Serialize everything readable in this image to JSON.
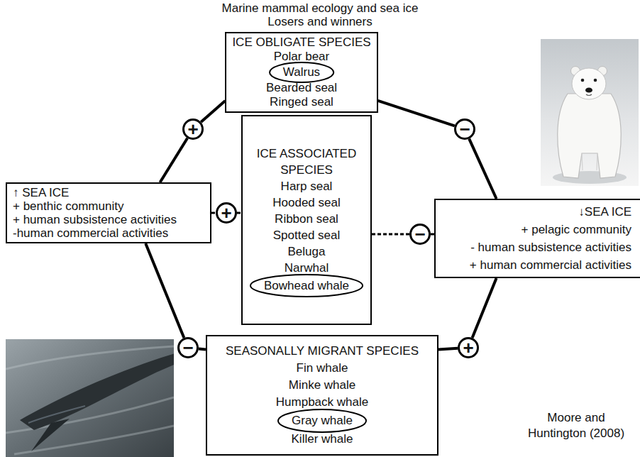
{
  "diagram": {
    "title": "Marine mammal ecology and sea ice",
    "nodes": [
      {
        "text": [
          "ICE OBLIGATE SPECIES",
          "Polar bear",
          "Bearded seal",
          "Ringed seal"
        ]
      },
      {
        "text": [
          "Walrus"
        ],
        "in": 0
      },
      {
        "text": [
          "+"
        ]
      },
      {
        "text": [
          "−"
        ]
      },
      {
        "text": [
          "↑ SEA ICE",
          "+ benthic community",
          "+ human subsistence activities",
          "-human commercial activities"
        ]
      },
      {
        "text": [
          "+"
        ]
      },
      {
        "text": [
          "ICE ASSOCIATED SPECIES",
          "Harp seal",
          "Hooded seal",
          "Ribbon seal",
          "Spotted seal",
          "Beluga",
          "Narwhal"
        ]
      },
      {
        "text": [
          "Bowhead whale"
        ],
        "in": 6
      },
      {
        "text": [
          "−"
        ]
      },
      {
        "text": [
          "↓SEA ICE",
          "+ pelagic community",
          "- human subsistence activities",
          "+ human commercial activities"
        ]
      },
      {
        "text": [
          "−"
        ]
      },
      {
        "text": [
          "+"
        ]
      },
      {
        "text": [
          "SEASONALLY MIGRANT SPECIES",
          "Fin whale",
          "Minke whale",
          "Humpback whale",
          "Killer whale"
        ]
      },
      {
        "text": [
          "Gray whale"
        ],
        "in": 12
      }
    ],
    "edges": [
      {
        "from": 0,
        "to": 2,
        "arrow": "none"
      },
      {
        "from": 2,
        "to": 4,
        "arrow": "none"
      },
      {
        "from": 0,
        "to": 3,
        "arrow": "none"
      },
      {
        "from": 3,
        "to": 9,
        "arrow": "none"
      },
      {
        "from": 4,
        "to": 10,
        "arrow": "none"
      },
      {
        "from": 10,
        "to": 12,
        "arrow": "none"
      },
      {
        "from": 9,
        "to": 11,
        "arrow": "none"
      },
      {
        "from": 11,
        "to": 12,
        "arrow": "none"
      },
      {
        "from": 4,
        "to": 5,
        "arrow": "none"
      },
      {
        "from": 5,
        "to": 6,
        "arrow": "none"
      },
      {
        "from": 6,
        "to": 8,
        "arrow": "none"
      },
      {
        "from": 8,
        "to": 9,
        "arrow": "none"
      }
    ],
    "labels": [
      "Losers and winners",
      "Moore and Huntington (2008)"
    ]
  }
}
